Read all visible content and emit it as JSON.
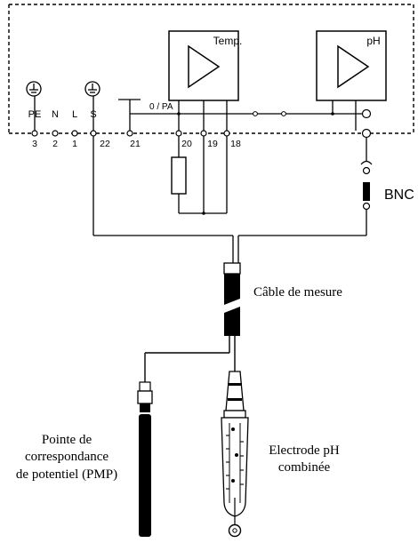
{
  "amplifiers": {
    "temperature_label": "Temp.",
    "ph_label": "pH"
  },
  "terminals": {
    "pe": {
      "letter": "PE",
      "number": "3"
    },
    "n": {
      "letter": "N",
      "number": "2"
    },
    "l": {
      "letter": "L",
      "number": "1"
    },
    "s": {
      "letter": "S",
      "number": "22"
    },
    "t21": {
      "number": "21"
    },
    "t20": {
      "number": "20"
    },
    "t19": {
      "number": "19"
    },
    "t18": {
      "number": "18"
    }
  },
  "bus_label": "0 / PA",
  "labels": {
    "bnc": "BNC",
    "cable": "Câble de mesure",
    "pmp_line1": "Pointe de",
    "pmp_line2": "correspondance",
    "pmp_line3": "de potentiel (PMP)",
    "electrode_line1": "Electrode pH",
    "electrode_line2": "combinée"
  },
  "colors": {
    "ink": "#000000",
    "background": "#ffffff"
  }
}
